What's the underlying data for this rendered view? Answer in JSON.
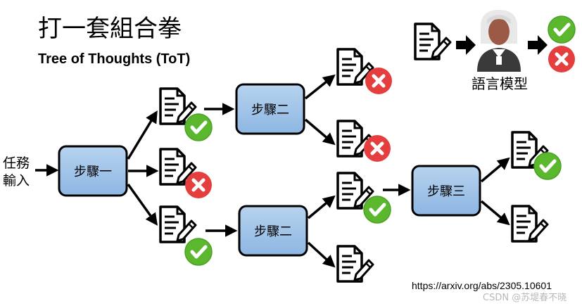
{
  "title": "打一套組合拳",
  "subtitle": "Tree of Thoughts (ToT)",
  "input_label_line1": "任務",
  "input_label_line2": "輸入",
  "steps": {
    "step1": "步驟一",
    "step2_top": "步驟二",
    "step2_bottom": "步驟二",
    "step3": "步驟三"
  },
  "legend": {
    "model_label": "語言模型"
  },
  "source_url": "https://arxiv.org/abs/2305.10601",
  "watermark": "CSDN @苏堤春不晓",
  "colors": {
    "box_fill": "#9dc3e6",
    "check": "#5bb82e",
    "cross": "#e53e3e"
  }
}
